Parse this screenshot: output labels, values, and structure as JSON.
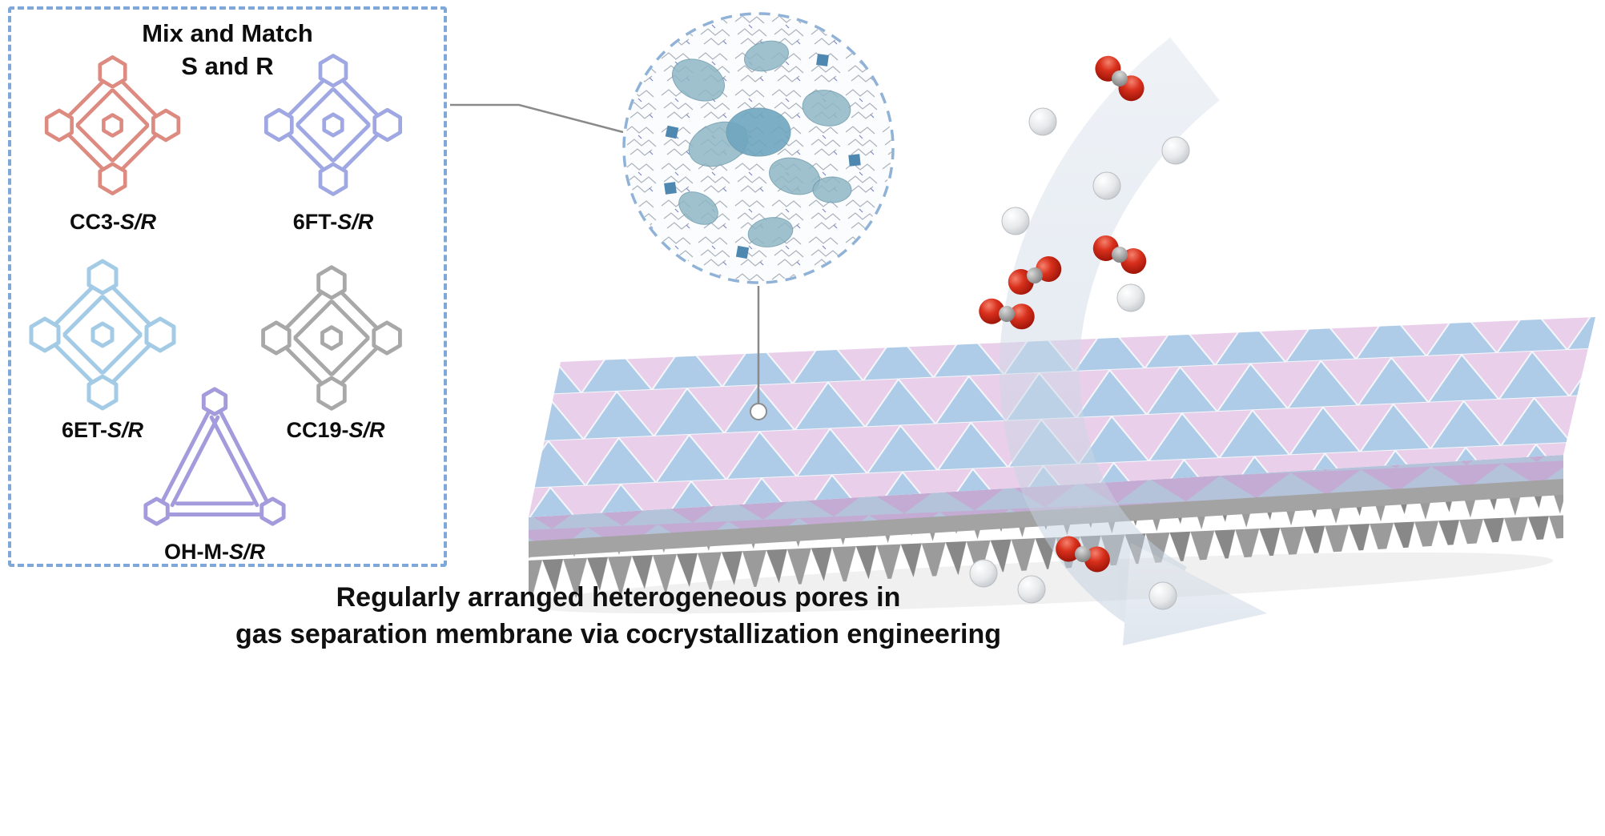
{
  "figure": {
    "panel": {
      "title_line1": "Mix and Match",
      "title_line2": "S and R",
      "border_color": "#7FA8D8",
      "molecules": [
        {
          "id": "cc3",
          "label_prefix": "CC3-",
          "label_suffix": "S/R",
          "color": "#DD8A80"
        },
        {
          "id": "6ft",
          "label_prefix": "6FT-",
          "label_suffix": "S/R",
          "color": "#9FA8E2"
        },
        {
          "id": "6et",
          "label_prefix": "6ET-",
          "label_suffix": "S/R",
          "color": "#A3CBE6"
        },
        {
          "id": "cc19",
          "label_prefix": "CC19-",
          "label_suffix": "S/R",
          "color": "#A8A8A8"
        },
        {
          "id": "oh-m",
          "label_prefix": "OH-M-",
          "label_suffix": "S/R",
          "color": "#A39BDC"
        }
      ]
    },
    "caption_line1": "Regularly arranged heterogeneous pores in",
    "caption_line2": "gas separation membrane via cocrystallization engineering",
    "colors": {
      "membrane_pink": "#E9CFEA",
      "membrane_blue": "#AECBE8",
      "membrane_front_blue": "#B5C3DA",
      "membrane_front_purple": "#C3ABD3",
      "support_gray": "#9B9B9B",
      "support_gray_dark": "#888888",
      "co2_oxygen_red": "#D13222",
      "co2_carbon_gray": "#9A9A9A",
      "gas_sphere_white": "#E9E9E9",
      "pore_teal": "#8FB7C6",
      "pore_teal_dark": "#5E93B0",
      "flow_arrow_blue": "#C7D3E2",
      "inset_border_blue": "#8FB2D6",
      "connector_gray": "#8A8A8A"
    }
  }
}
